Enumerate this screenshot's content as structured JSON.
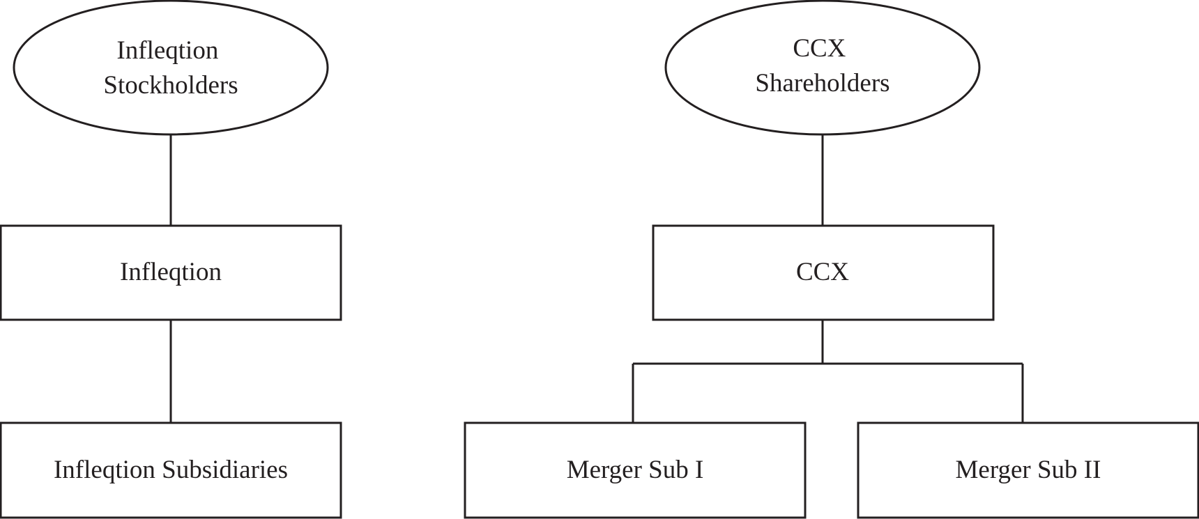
{
  "diagram": {
    "left_structure": {
      "stockholders_line1": "Infleqtion",
      "stockholders_line2": "Stockholders",
      "company": "Infleqtion",
      "subsidiaries": "Infleqtion Subsidiaries"
    },
    "right_structure": {
      "shareholders_line1": "CCX",
      "shareholders_line2": "Shareholders",
      "company": "CCX",
      "merger_sub_1": "Merger Sub I",
      "merger_sub_2": "Merger Sub II"
    },
    "colors": {
      "stroke": "#231f20",
      "background": "#ffffff",
      "text": "#231f20"
    }
  }
}
